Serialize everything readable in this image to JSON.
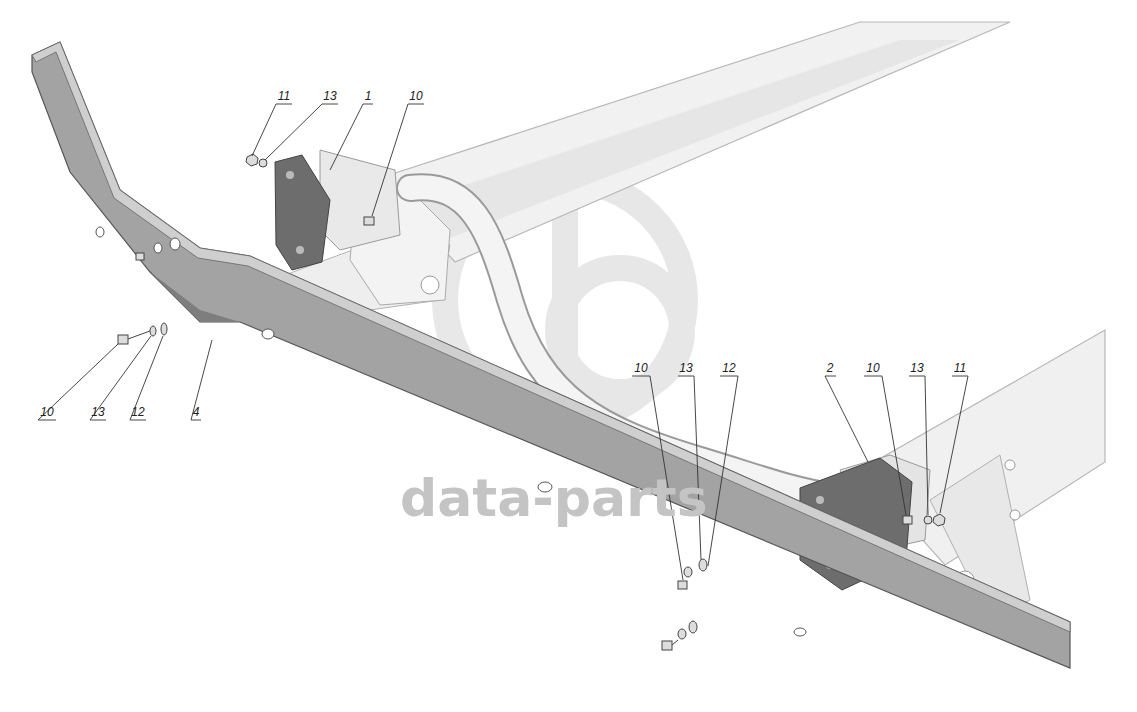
{
  "diagram": {
    "labels": [
      "11",
      "13",
      "1",
      "10",
      "10",
      "13",
      "12",
      "4",
      "10",
      "13",
      "12",
      "2",
      "10",
      "13",
      "11",
      "data-parts"
    ]
  }
}
